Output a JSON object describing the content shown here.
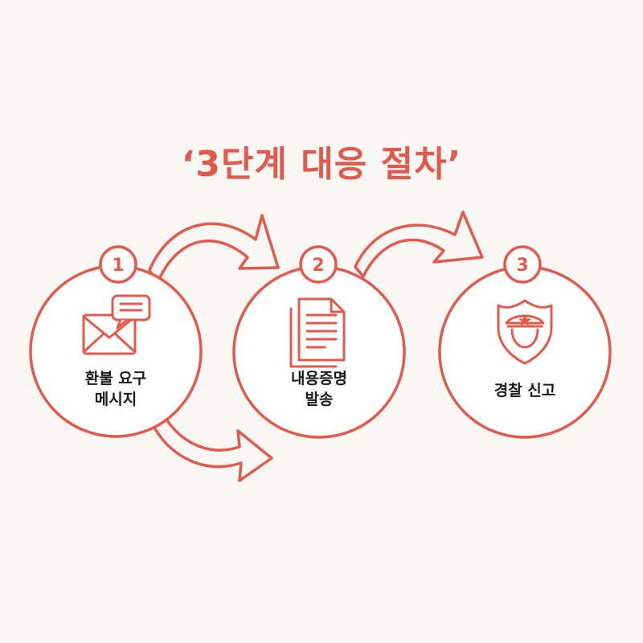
{
  "title": "‘3단계 대응 절차’",
  "accent_color": "#e25a4c",
  "text_color": "#1a1a1a",
  "steps": [
    {
      "number": "1",
      "label": "환불 요구\n메시지",
      "icon": "envelope-chat-icon"
    },
    {
      "number": "2",
      "label": "내용증명\n발송",
      "icon": "document-icon"
    },
    {
      "number": "3",
      "label": "경찰 신고",
      "icon": "police-badge-icon"
    }
  ]
}
